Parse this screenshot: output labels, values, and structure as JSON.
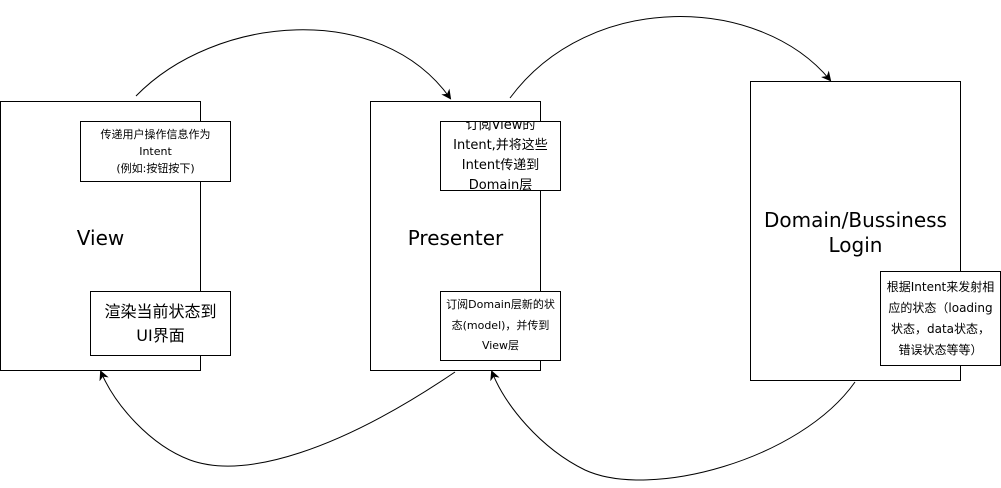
{
  "colors": {
    "stroke": "#000000",
    "background": "#ffffff"
  },
  "view": {
    "title": "View",
    "intent_note": "传递用户操作信息作为Intent\n(例如:按钮按下)",
    "render_note": "渲染当前状态到UI界面"
  },
  "presenter": {
    "title": "Presenter",
    "subscribe_intent_note": "订阅View的Intent,并将这些Intent传递到Domain层",
    "subscribe_domain_note": "订阅Domain层新的状态(model)，并传到View层"
  },
  "domain": {
    "title": "Domain/Bussiness Login",
    "emit_state_note": "根据Intent来发射相应的状态（loading状态，data状态，错误状态等等）"
  }
}
